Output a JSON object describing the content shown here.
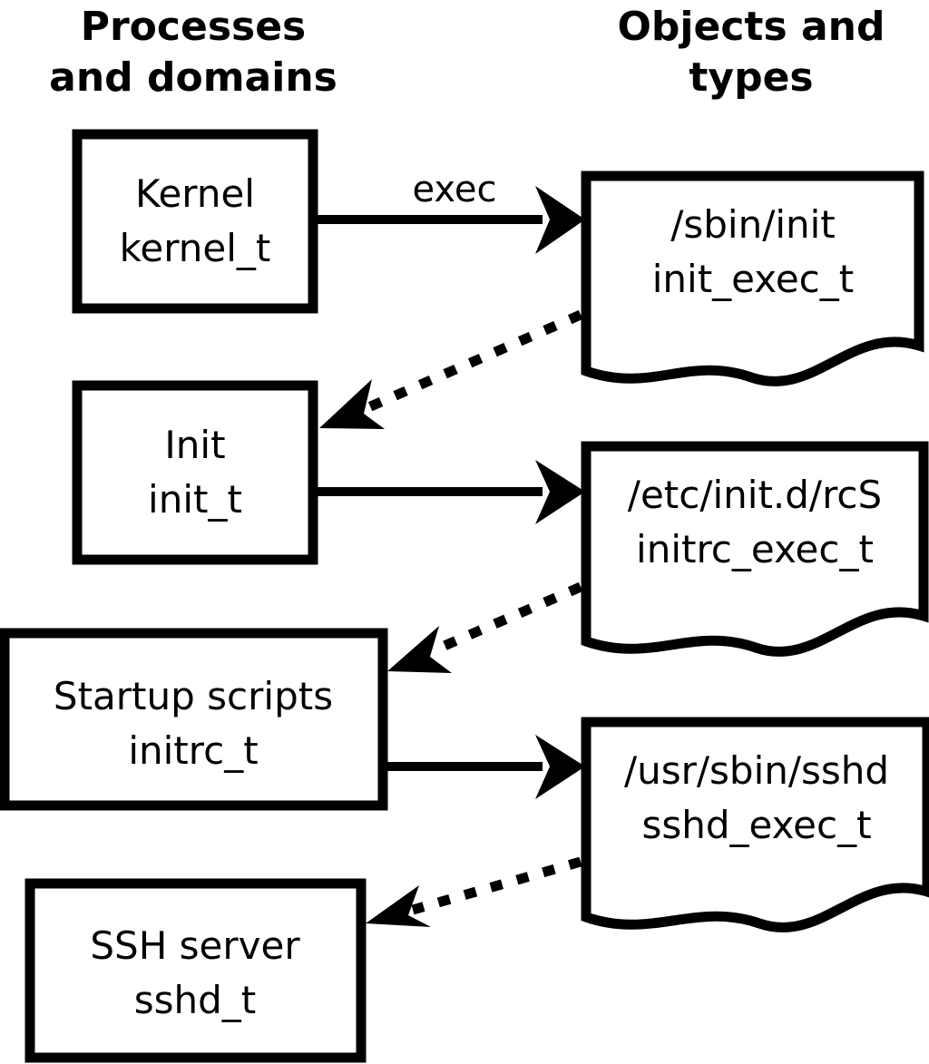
{
  "diagram": {
    "title_columns": {
      "left": {
        "line1": "Processes",
        "line2": "and domains"
      },
      "right": {
        "line1": "Objects and",
        "line2": "types"
      }
    },
    "colors": {
      "background": "#ffffff",
      "stroke": "#000000",
      "text": "#000000"
    },
    "process_nodes": [
      {
        "id": "kernel",
        "line1": "Kernel",
        "line2": "kernel_t"
      },
      {
        "id": "init",
        "line1": "Init",
        "line2": "init_t"
      },
      {
        "id": "initrc",
        "line1": "Startup scripts",
        "line2": "initrc_t"
      },
      {
        "id": "sshd",
        "line1": "SSH server",
        "line2": "sshd_t"
      }
    ],
    "object_nodes": [
      {
        "id": "init_exec",
        "line1": "/sbin/init",
        "line2": "init_exec_t"
      },
      {
        "id": "initrc_exec",
        "line1": "/etc/init.d/rcS",
        "line2": "initrc_exec_t"
      },
      {
        "id": "sshd_exec",
        "line1": "/usr/sbin/sshd",
        "line2": "sshd_exec_t"
      }
    ],
    "edges": [
      {
        "id": "kernel-exec-init_exec",
        "from": "kernel",
        "to": "init_exec",
        "style": "solid",
        "label": "exec"
      },
      {
        "id": "init_exec-transition-init",
        "from": "init_exec",
        "to": "init",
        "style": "dotted",
        "label": ""
      },
      {
        "id": "init-exec-initrc_exec",
        "from": "init",
        "to": "initrc_exec",
        "style": "solid",
        "label": ""
      },
      {
        "id": "initrc_exec-transition-initrc",
        "from": "initrc_exec",
        "to": "initrc",
        "style": "dotted",
        "label": ""
      },
      {
        "id": "initrc-exec-sshd_exec",
        "from": "initrc",
        "to": "sshd_exec",
        "style": "solid",
        "label": ""
      },
      {
        "id": "sshd_exec-transition-sshd",
        "from": "sshd_exec",
        "to": "sshd",
        "style": "dotted",
        "label": ""
      }
    ]
  }
}
